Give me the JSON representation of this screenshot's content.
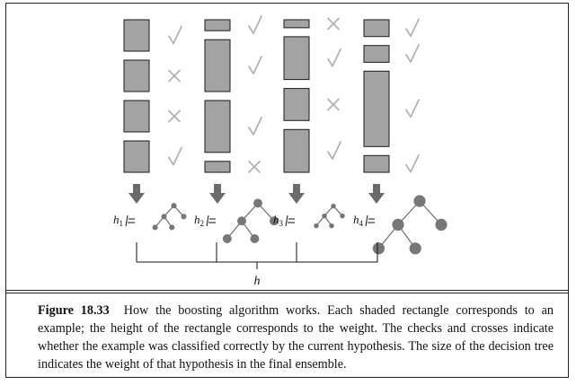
{
  "figure": {
    "number": "Figure 18.33",
    "caption": "How the boosting algorithm works. Each shaded rectangle corresponds to an example; the height of the rectangle corresponds to the weight. The checks and crosses indicate whether the example was classified correctly by the current hypothesis. The size of the decision tree indicates the weight of that hypothesis in the final ensemble."
  },
  "diagram": {
    "colors": {
      "rect_fill": "#a3a3a3",
      "mark": "#b3b3b3",
      "arrow": "#6a6a6a",
      "tree": "#777777"
    },
    "rounds": [
      {
        "hypothesis": "h1",
        "hyp_sub": "1",
        "weights": [
          1,
          1,
          1,
          1
        ],
        "marks": [
          "check",
          "cross",
          "cross",
          "check"
        ],
        "tree_scale": 0.55
      },
      {
        "hypothesis": "h2",
        "hyp_sub": "2",
        "weights": [
          0.4,
          1.9,
          1.9,
          0.4
        ],
        "marks": [
          "check",
          "check",
          "check",
          "cross"
        ],
        "tree_scale": 0.9
      },
      {
        "hypothesis": "h3",
        "hyp_sub": "3",
        "weights": [
          0.3,
          1.6,
          1.2,
          1.6
        ],
        "marks": [
          "cross",
          "check",
          "cross",
          "check"
        ],
        "tree_scale": 0.5
      },
      {
        "hypothesis": "h4",
        "hyp_sub": "4",
        "weights": [
          0.6,
          0.6,
          2.7,
          0.6
        ],
        "marks": [
          "check",
          "check",
          "check",
          "check"
        ],
        "tree_scale": 1.2
      }
    ],
    "ensemble_label": "h"
  }
}
